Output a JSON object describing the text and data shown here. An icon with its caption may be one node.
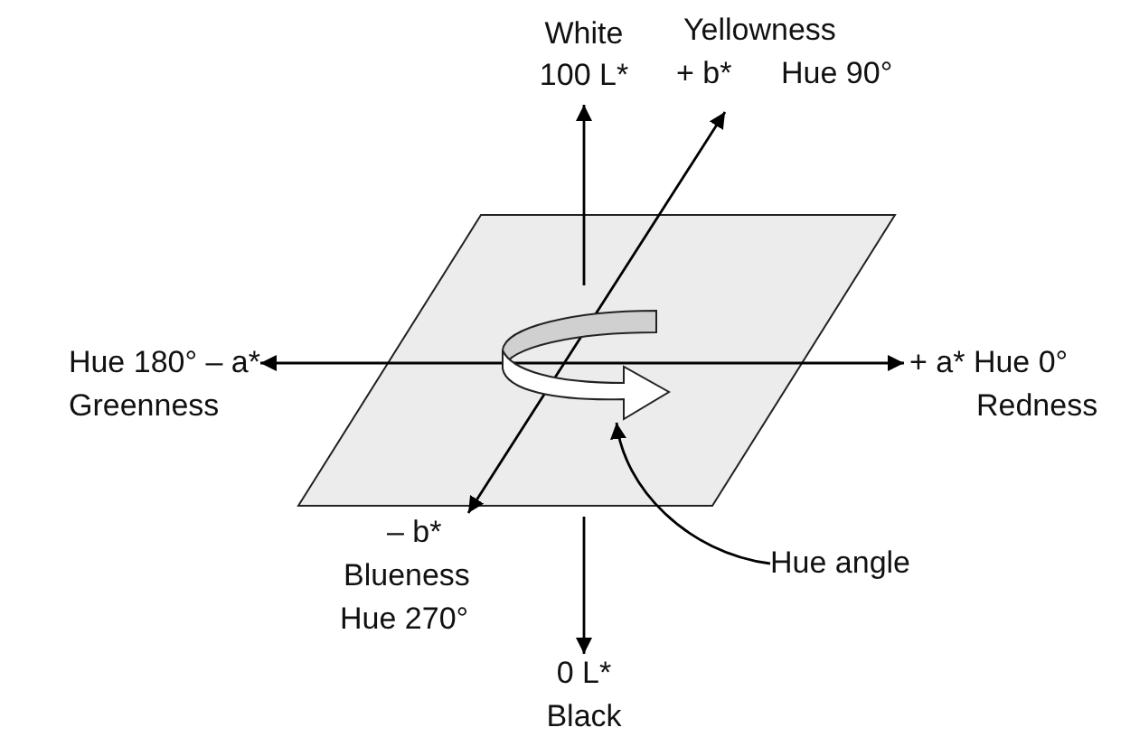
{
  "diagram": {
    "nodes": [
      {
        "text": [
          "White",
          "100 L*"
        ]
      },
      {
        "text": [
          "Yellowness",
          "+ b*",
          "Hue 90°"
        ]
      },
      {
        "text": [
          "Hue 180° – a*",
          "Greenness"
        ]
      },
      {
        "text": [
          "+ a* Hue 0°",
          "Redness"
        ]
      },
      {
        "text": [
          "– b*",
          "Blueness",
          "Hue 270°"
        ]
      },
      {
        "text": [
          "0 L*",
          "Black"
        ]
      },
      {
        "text": [
          "Hue angle"
        ]
      },
      {
        "text": [],
        "shape": "arrow"
      }
    ],
    "edges": [
      {
        "from": null,
        "to": 0,
        "arrow": "to"
      },
      {
        "from": 4,
        "to": 1,
        "arrow": "both"
      },
      {
        "from": 2,
        "to": 3,
        "arrow": "both"
      },
      {
        "from": null,
        "to": 5,
        "arrow": "to"
      },
      {
        "from": 6,
        "to": 7,
        "arrow": "to"
      }
    ]
  }
}
